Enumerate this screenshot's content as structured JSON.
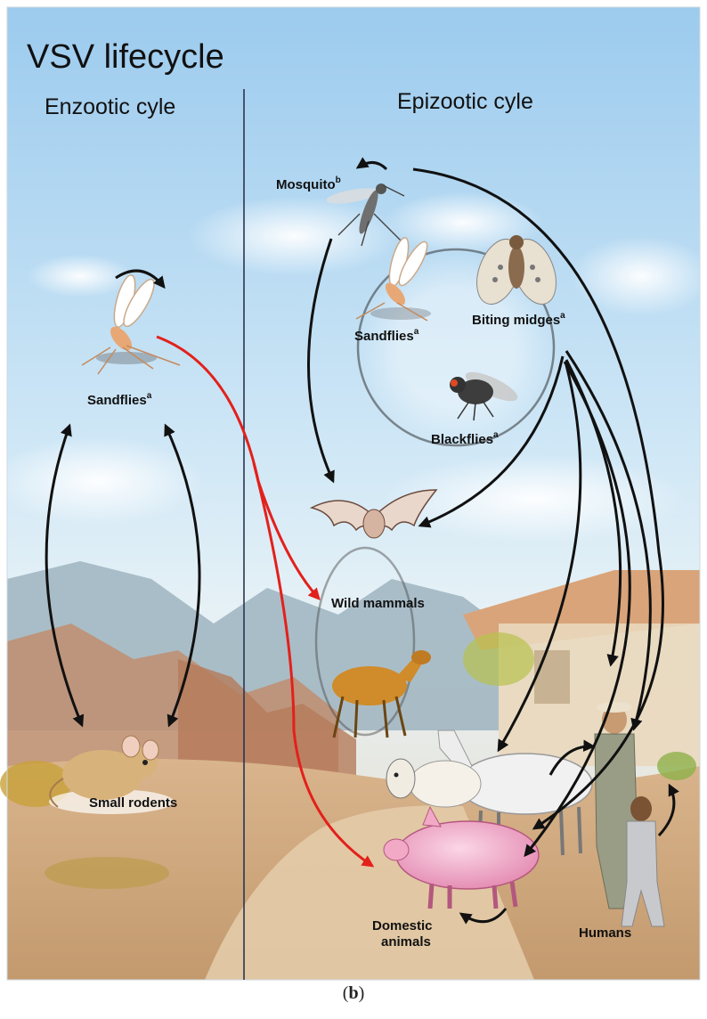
{
  "figure": {
    "title": "VSV lifecycle",
    "sections": {
      "enzootic": "Enzootic cyle",
      "epizootic": "Epizootic cyle"
    },
    "labels": {
      "sandflies_left": "Sandflies",
      "small_rodents": "Small rodents",
      "mosquito": "Mosquito",
      "sandflies_right": "Sandflies",
      "biting_midges": "Biting midges",
      "blackflies": "Blackflies",
      "wild_mammals": "Wild mammals",
      "domestic_line1": "Domestic",
      "domestic_line2": "animals",
      "humans": "Humans"
    },
    "superscripts": {
      "a": "a",
      "b": "b"
    },
    "caption_letter": "b",
    "caption_open": "(",
    "caption_close": ")"
  },
  "colors": {
    "sky_top": "#a9d2ee",
    "sky_mid": "#d7ecf7",
    "ground": "#c9a27a",
    "road": "#d8bf9c",
    "mountain": "#8aa9b6",
    "arrow_black": "#111111",
    "arrow_red": "#e3201b",
    "divider": "#2a3550"
  }
}
